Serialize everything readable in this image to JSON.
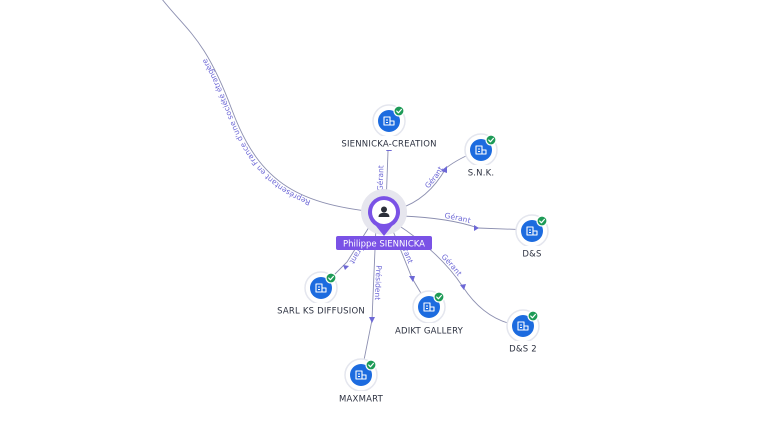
{
  "center": {
    "name": "Philippe SIENNICKA"
  },
  "companies": [
    {
      "id": "siennicka-creation",
      "name": "SIENNICKA-CREATION",
      "role": "Gérant"
    },
    {
      "id": "snk",
      "name": "S.N.K.",
      "role": "Gérant"
    },
    {
      "id": "ds",
      "name": "D&S",
      "role": "Gérant"
    },
    {
      "id": "ds2",
      "name": "D&S 2",
      "role": "Gérant"
    },
    {
      "id": "adikt-gallery",
      "name": "ADIKT GALLERY",
      "role": "Gérant"
    },
    {
      "id": "maxmart",
      "name": "MAXMART",
      "role": "Président"
    },
    {
      "id": "sarl-ks-diffusion",
      "name": "SARL KS DIFFUSION",
      "role": "Gérant"
    }
  ],
  "external_link": {
    "role": "Représentant en France d'une société étrangère"
  },
  "icons": {
    "company": "building-icon",
    "verified": "check-badge-icon",
    "person": "person-icon"
  },
  "colors": {
    "company": "#1c6bdf",
    "verified": "#1e9b57",
    "person": "#7a52e6",
    "edge_label": "#6d68d6"
  }
}
